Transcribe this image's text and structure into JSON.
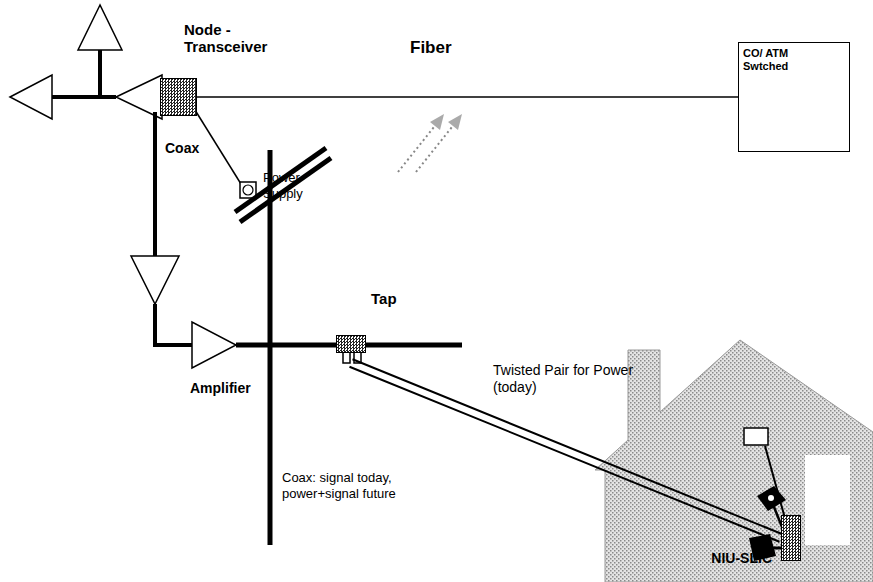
{
  "diagram": {
    "nodes": [
      {
        "text": [
          "Node - Transceiver"
        ]
      },
      {
        "text": [
          "CO/ ATM Swtched"
        ]
      },
      {
        "text": [
          "Tap"
        ]
      },
      {
        "text": [
          "NIU-SLIC"
        ]
      }
    ],
    "edges": [
      {
        "from": 0,
        "to": 1,
        "label": "Fiber",
        "arrow": "none"
      },
      {
        "from": 2,
        "to": 3,
        "arrow": "none"
      }
    ],
    "labels": [
      "Power Supply",
      "Coax",
      "Amplifier",
      "Twisted Pair for Power (today)",
      "Coax: signal today, power+signal future"
    ]
  }
}
